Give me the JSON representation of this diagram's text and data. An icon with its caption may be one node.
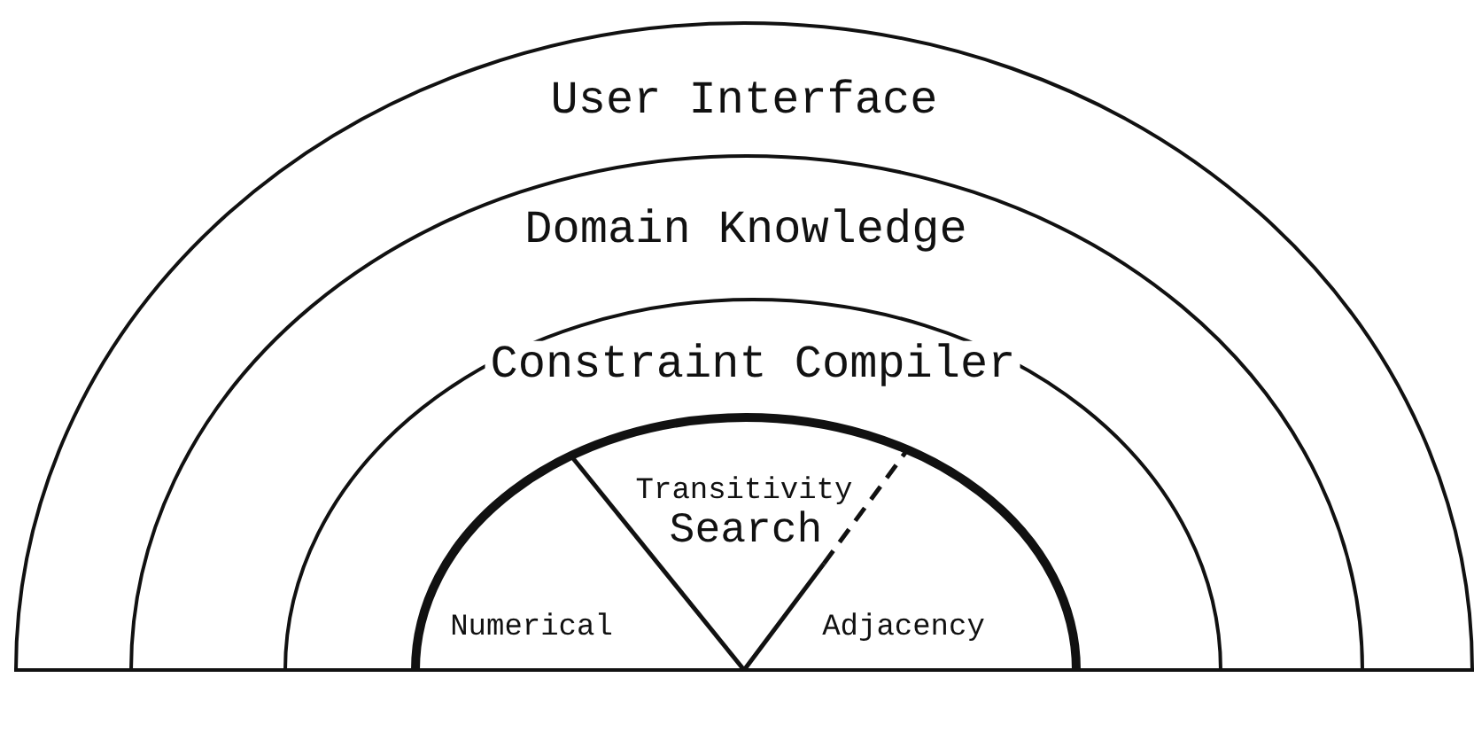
{
  "diagram": {
    "nodes": [
      {
        "text": [
          "User Interface"
        ]
      },
      {
        "text": [
          "Domain Knowledge"
        ],
        "in": 0
      },
      {
        "text": [
          "Constraint Compiler"
        ],
        "in": 1
      },
      {
        "text": [
          "Search"
        ],
        "in": 2
      },
      {
        "text": [
          "Transitivity"
        ],
        "in": 3
      },
      {
        "text": [
          "Numerical"
        ],
        "in": 3
      },
      {
        "text": [
          "Adjacency"
        ],
        "in": 3
      }
    ]
  }
}
